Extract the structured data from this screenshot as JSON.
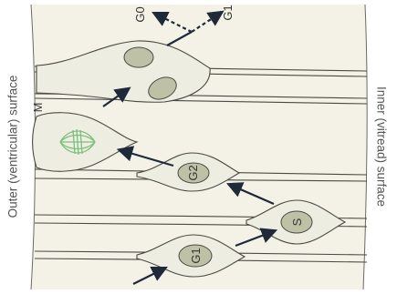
{
  "labels": {
    "outer_surface": "Outer (ventricular) surface",
    "inner_surface": "Inner (vitread) surface",
    "phase_g0": "G0",
    "phase_g1_top": "G1",
    "phase_m": "M",
    "phase_g2": "G2",
    "phase_s": "S",
    "phase_g1_bottom": "G1"
  },
  "colors": {
    "tissue_background": "#f4f2e7",
    "cell_fill": "#eeede2",
    "nucleus_fill": "#bfc1a6",
    "spindle": "#7cc07c",
    "arrow": "#1e2a3a",
    "outline": "#4a4a44"
  }
}
